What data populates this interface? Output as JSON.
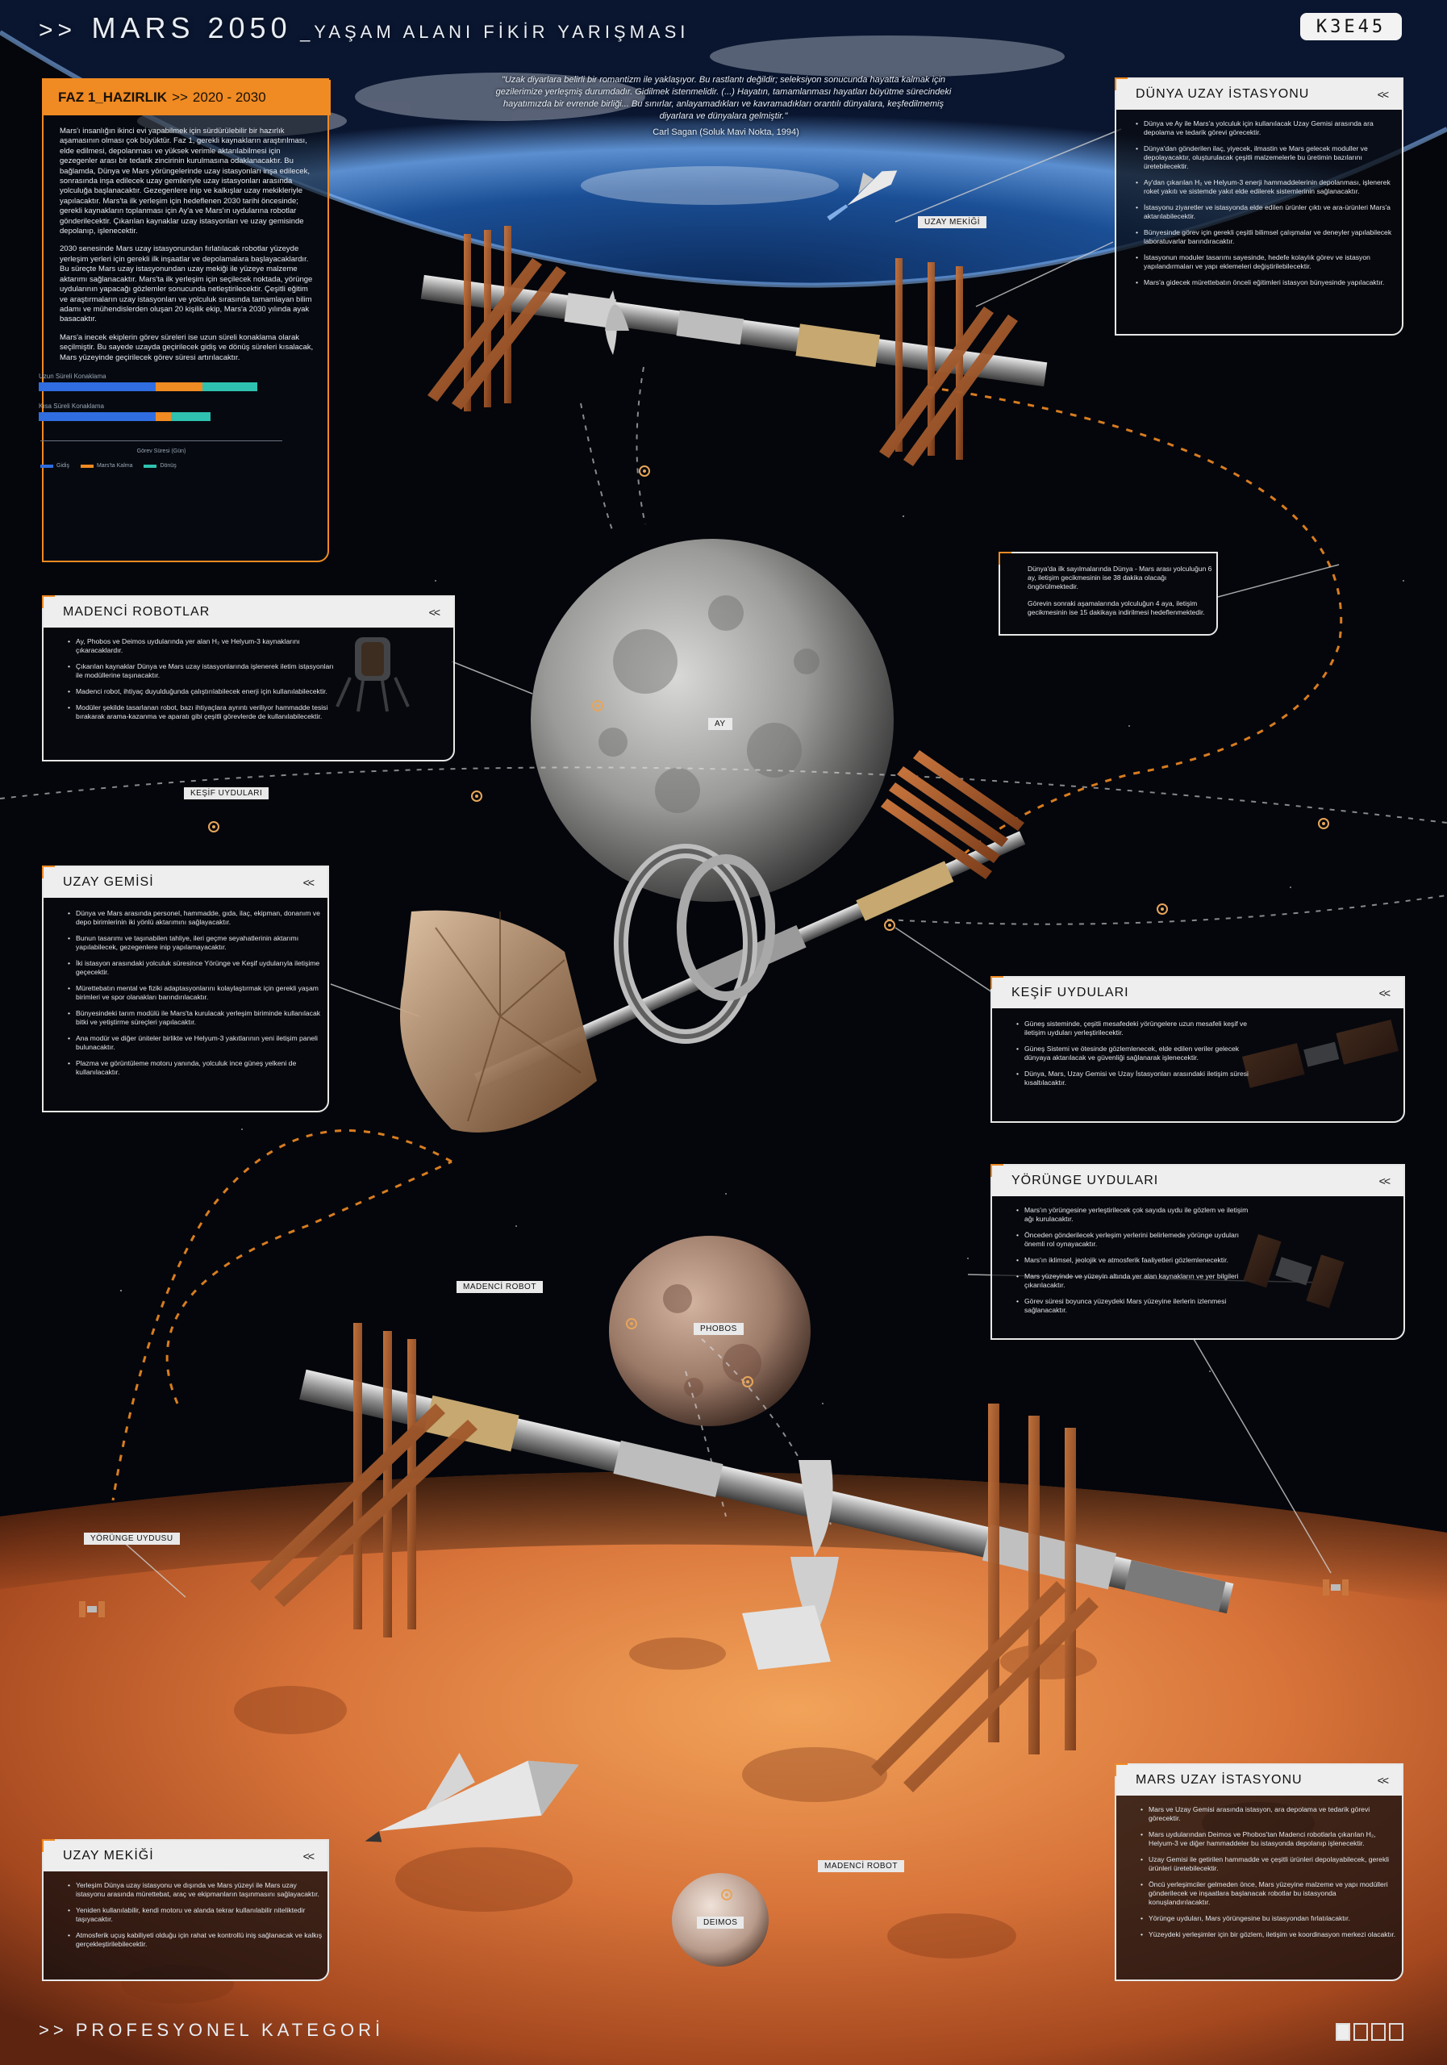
{
  "header": {
    "prefix": ">>",
    "title_main": "MARS 2050",
    "title_sub": "_YAŞAM ALANI FİKİR YARIŞMASI",
    "code": "K3E45"
  },
  "quote": {
    "text": "\"Uzak diyarlara belirli bir romantizm ile yaklaşıyor. Bu rastlantı değildir; seleksiyon sonucunda hayatta kalmak için gezilerimize yerleşmiş durumdadır. Gidilmek istenmelidir. (...) Hayatın, tamamlanması hayatları büyütme sürecindeki hayatımızda bir evrende birliği... Bu sınırlar, anlayamadıkları ve kavramadıkları orantılı dünyalara, keşfedilmemiş diyarlara ve dünyalara gelmiştir.\"",
    "author": "Carl Sagan (Soluk Mavi Nokta, 1994)"
  },
  "phase": {
    "label": "FAZ 1_HAZIRLIK",
    "arrows": ">>",
    "years": "2020 - 2030",
    "paragraphs": [
      "Mars'ı insanlığın ikinci evi yapabilmek için sürdürülebilir bir hazırlık aşamasının olması çok büyüktür. Faz 1, gerekli kaynakların araştırılması, elde edilmesi, depolanması ve yüksek verimle aktarılabilmesi için gezegenler arası bir tedarik zincirinin kurulmasına odaklanacaktır. Bu bağlamda, Dünya ve Mars yörüngelerinde uzay istasyonları inşa edilecek, sonrasında inşa edilecek uzay gemileriyle uzay istasyonları arasında yolculuğa başlanacaktır. Gezegenlere inip ve kalkışlar uzay mekikleriyle yapılacaktır. Mars'ta ilk yerleşim için hedeflenen 2030 tarihi öncesinde; gerekli kaynakların toplanması için Ay'a ve Mars'ın uydularına robotlar gönderilecektir. Çıkarılan kaynaklar uzay istasyonları ve uzay gemisinde depolanıp, işlenecektir.",
      "2030 senesinde Mars uzay istasyonundan fırlatılacak robotlar yüzeyde yerleşim yerleri için gerekli ilk inşaatlar ve depolamalara başlayacaklardır. Bu süreçte Mars uzay istasyonundan uzay mekiği ile yüzeye malzeme aktarımı sağlanacaktır. Mars'ta ilk yerleşim için seçilecek noktada, yörünge uydularının yapacağı gözlemler sonucunda netleştirilecektir. Çeşitli eğitim ve araştırmaların uzay istasyonları ve yolculuk sırasında tamamlayan bilim adamı ve mühendislerden oluşan 20 kişilik ekip, Mars'a 2030 yılında ayak basacaktır.",
      "Mars'a inecek ekiplerin görev süreleri ise uzun süreli konaklama olarak seçilmiştir. Bu sayede uzayda geçirilecek gidiş ve dönüş süreleri kısalacak, Mars yüzeyinde geçirilecek görev süresi artırılacaktır."
    ],
    "bars": [
      {
        "label": "Uzun Süreli Konaklama",
        "segments": [
          {
            "value": 150,
            "color": "#2f6de0"
          },
          {
            "value": 60,
            "color": "#f08a22"
          },
          {
            "value": 70,
            "color": "#2fc1b0"
          }
        ]
      },
      {
        "label": "Kısa Süreli Konaklama",
        "segments": [
          {
            "value": 150,
            "color": "#2f6de0"
          },
          {
            "value": 20,
            "color": "#f08a22"
          },
          {
            "value": 50,
            "color": "#2fc1b0"
          }
        ]
      }
    ],
    "axis_label": "Görev Süresi (Gün)",
    "legend": [
      {
        "label": "Gidiş",
        "color": "#2f6de0"
      },
      {
        "label": "Mars'ta Kalma",
        "color": "#f08a22"
      },
      {
        "label": "Dönüş",
        "color": "#2fc1b0"
      }
    ]
  },
  "panels": {
    "dunya": {
      "title": "DÜNYA UZAY İSTASYONU",
      "chev": "<<",
      "items": [
        "Dünya ve Ay ile Mars'a yolculuk için kullanılacak Uzay Gemisi arasında ara depolama ve tedarik görevi görecektir.",
        "Dünya'dan gönderilen ilaç, yiyecek, ilmastin ve Mars gelecek moduller ve depolayacaktır, oluşturulacak çeşitli malzemelerle bu üretimin bazılarını üretebilecektir.",
        "Ay'dan çıkarılan H₂ ve Helyum-3 enerji hammaddelerinin depolanması, işlenerek roket yakıtı ve sistemde yakıt elde edilerek sistemlerinin sağlanacaktır.",
        "İstasyonu ziyaretler ve istasyonda elde edilen ürünler çıktı ve ara-ürünleri Mars'a aktarılabilecektir.",
        "Bünyesinde görev için gerekli çeşitli bilimsel çalışmalar ve deneyler yapılabilecek laboratuvarlar barındıracaktır.",
        "İstasyonun moduler tasarımı sayesinde, hedefe kolaylık görev ve istasyon yapılandırmaları ve yapı eklemeleri değiştirilebilecektir.",
        "Mars'a gidecek mürettebatın önceli eğitimleri istasyon bünyesinde yapılacaktır."
      ]
    },
    "madenci": {
      "title": "MADENCİ ROBOTLAR",
      "chev": "<<",
      "items": [
        "Ay, Phobos ve Deimos uydularında yer alan H₂ ve Helyum-3 kaynaklarını çıkaracaklardır.",
        "Çıkarılan kaynaklar Dünya ve Mars uzay istasyonlarında işlenerek iletim istasyonları ile modüllerine taşınacaktır.",
        "Madenci robot, ihtiyaç duyulduğunda çalıştırılabilecek enerji için kullanılabilecektir.",
        "Modüler şekilde tasarlanan robot, bazı ihtiyaçlara ayrıntı veriliyor hammadde tesisi bırakarak arama-kazanma ve aparatı gibi çeşitli görevlerde de kullanılabilecektir."
      ]
    },
    "gemi": {
      "title": "UZAY GEMİSİ",
      "chev": "<<",
      "items": [
        "Dünya ve Mars arasında personel, hammadde, gıda, ilaç, ekipman, donanım ve depo birimlerinin iki yönlü aktarımını sağlayacaktır.",
        "Bunun tasarımı ve taşınabilen tahliye, ileri geçme seyahatlerinin aktarımı yapılabilecek, gezegenlere inip yapılamayacaktır.",
        "İki istasyon arasındaki yolculuk süresince Yörünge ve Keşif uydularıyla iletişime geçecektir.",
        "Mürettebatın mental ve fiziki adaptasyonlarını kolaylaştırmak için gerekli yaşam birimleri ve spor olanakları barındırılacaktır.",
        "Bünyesindeki tarım modülü ile Mars'ta kurulacak yerleşim biriminde kullanılacak bitki ve yetiştirme süreçleri yapılacaktır.",
        "Ana modür ve diğer üniteler birlikte ve Helyum-3 yakıtlarının yeni iletişim paneli bulunacaktır.",
        "Plazma ve görüntüleme motoru yanında, yolculuk ince güneş yelkeni de kullanılacaktır."
      ]
    },
    "kesif": {
      "title": "KEŞİF UYDULARI",
      "chev": "<<",
      "items": [
        "Güneş sisteminde, çeşitli mesafedeki yörüngelere uzun mesafeli keşif ve iletişim uyduları yerleştirilecektir.",
        "Güneş Sistemi ve ötesinde gözlemlenecek, elde edilen veriler gelecek dünyaya aktarılacak ve güvenliği sağlanarak işlenecektir.",
        "Dünya, Mars, Uzay Gemisi ve Uzay İstasyonları arasındaki iletişim süresi kısaltılacaktır."
      ]
    },
    "yorunge": {
      "title": "YÖRÜNGE UYDULARI",
      "chev": "<<",
      "items": [
        "Mars'ın yörüngesine yerleştirilecek çok sayıda uydu ile gözlem ve iletişim ağı kurulacaktır.",
        "Önceden gönderilecek yerleşim yerlerini belirlemede yörünge uyduları önemli rol oynayacaktır.",
        "Mars'ın iklimsel, jeolojik ve atmosferik faaliyetleri gözlemlenecektir.",
        "Mars yüzeyinde ve yüzeyin altında yer alan kaynakların ve yer bilgileri çıkarılacaktır.",
        "Görev süresi boyunca yüzeydeki Mars yüzeyine ilerlerin izlenmesi sağlanacaktır."
      ]
    },
    "mars": {
      "title": "MARS UZAY İSTASYONU",
      "chev": "<<",
      "items": [
        "Mars ve Uzay Gemisi arasında istasyon, ara depolama ve tedarik görevi görecektir.",
        "Mars uydularından Deimos ve Phobos'tan Madenci robotlarla çıkarılan H₂, Helyum-3 ve diğer hammaddeler bu istasyonda depolanıp işlenecektir.",
        "Uzay Gemisi ile getirilen hammadde ve çeşitli ürünleri depolayabilecek, gerekli ürünleri üretebilecektir.",
        "Öncü yerleşimciler gelmeden önce, Mars yüzeyine malzeme ve yapı modülleri gönderilecek ve inşaatlara başlanacak robotlar bu istasyonda konuşlandırılacaktır.",
        "Yörünge uyduları, Mars yörüngesine bu istasyondan fırlatılacaktır.",
        "Yüzeydeki yerleşimler için bir gözlem, iletişim ve koordinasyon merkezi olacaktır."
      ]
    },
    "mekik": {
      "title": "UZAY MEKİĞİ",
      "chev": "<<",
      "items": [
        "Yerleşim Dünya uzay istasyonu ve dışında ve Mars yüzeyi ile Mars uzay istasyonu arasında mürettebat, araç ve ekipmanların taşınmasını sağlayacaktır.",
        "Yeniden kullanılabilir, kendi motoru ve alanda tekrar kullanılabilir niteliktedir taşıyacaktır.",
        "Atmosferik uçuş kabiliyeti olduğu için rahat ve kontrollü iniş sağlanacak ve kalkış gerçekleştirilebilecektir."
      ]
    }
  },
  "infobox": {
    "items": [
      "Dünya'da ilk sayılmalarında Dünya - Mars arası yolculuğun 6 ay, iletişim gecikmesinin ise 38 dakika olacağı öngörülmektedir.",
      "Görevin sonraki aşamalarında yolculuğun 4 aya, iletişim gecikmesinin ise 15 dakikaya indirilmesi hedeflenmektedir."
    ]
  },
  "tags": {
    "uzay_mekigi": "UZAY MEKİĞİ",
    "ay": "AY",
    "kesif_uydulari": "KEŞİF UYDULARI",
    "madenci_robot": "MADENCİ ROBOT",
    "phobos": "PHOBOS",
    "yorunge_uydusu": "YÖRÜNGE UYDUSU",
    "madenci_robot_2": "MADENCİ ROBOT",
    "deimos": "DEIMOS"
  },
  "footer": {
    "prefix": ">>",
    "label": "PROFESYONEL KATEGORİ"
  },
  "colors": {
    "accent": "#f08a22",
    "panel_head": "#eeeeee"
  }
}
